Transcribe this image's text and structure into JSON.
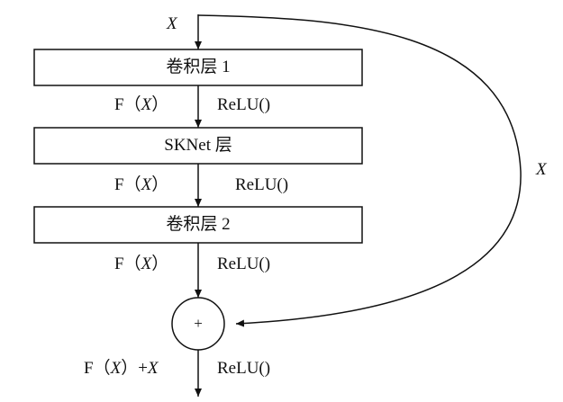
{
  "input": {
    "x_label": "X"
  },
  "skip": {
    "x_label": "X"
  },
  "layers": [
    {
      "label": "卷积层 1"
    },
    {
      "label": "SKNet 层"
    },
    {
      "label": "卷积层 2"
    }
  ],
  "edges": [
    {
      "fx_prefix": "F（",
      "fx_var": "X",
      "fx_suffix": "）",
      "activation": "ReLU()"
    },
    {
      "fx_prefix": "F（",
      "fx_var": "X",
      "fx_suffix": "）",
      "activation": "ReLU()"
    },
    {
      "fx_prefix": "F（",
      "fx_var": "X",
      "fx_suffix": "）",
      "activation": "ReLU()"
    }
  ],
  "sum": {
    "symbol": "+"
  },
  "output": {
    "fx_prefix": "F（",
    "fx_var": "X",
    "fx_suffix": "）+",
    "fx_var2": "X",
    "activation": "ReLU()"
  }
}
